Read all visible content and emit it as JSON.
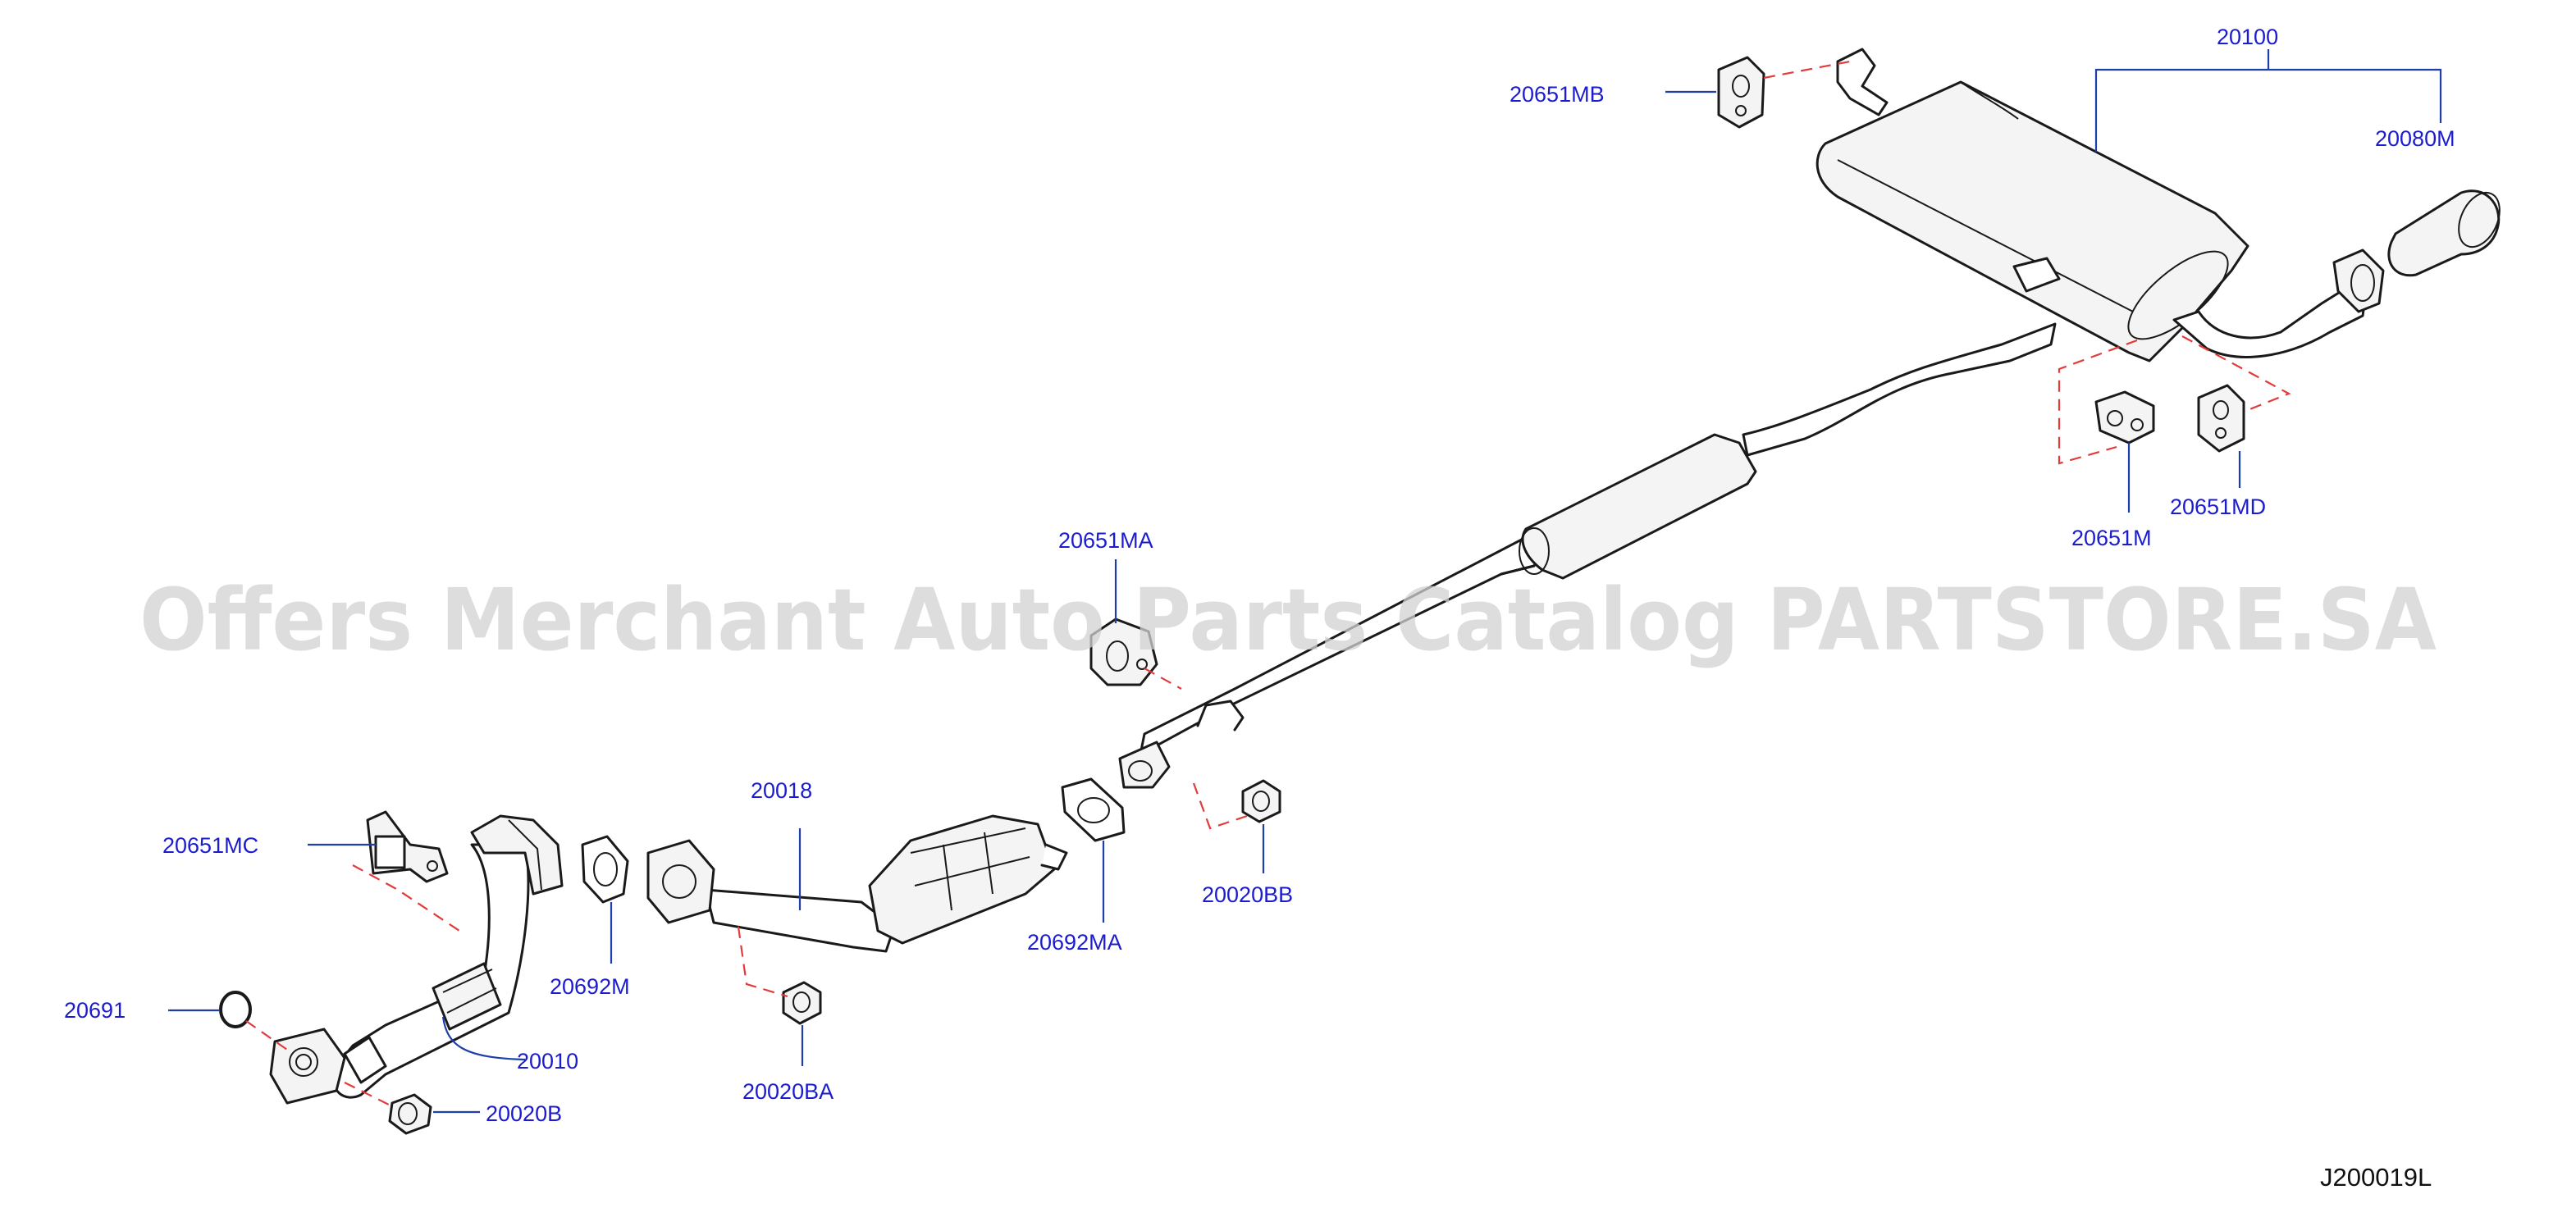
{
  "watermark": "Offers Merchant Auto Parts Catalog PARTSTORE.SA",
  "diagram_code": "J200019L",
  "labels": {
    "p20100": "20100",
    "p20651MB": "20651MB",
    "p20080M": "20080M",
    "p20651M": "20651M",
    "p20651MD": "20651MD",
    "p20651MA": "20651MA",
    "p20018": "20018",
    "p20651MC": "20651MC",
    "p20692M": "20692M",
    "p20692MA": "20692MA",
    "p20020BB": "20020BB",
    "p20691": "20691",
    "p20010": "20010",
    "p20020B": "20020B",
    "p20020BA": "20020BA"
  },
  "colors": {
    "label": "#1c1ccf",
    "leader": "#1f3fa8",
    "dashed_link": "#e23b3b",
    "outline": "#1a1a1a",
    "watermark": "#d2d2d2"
  }
}
